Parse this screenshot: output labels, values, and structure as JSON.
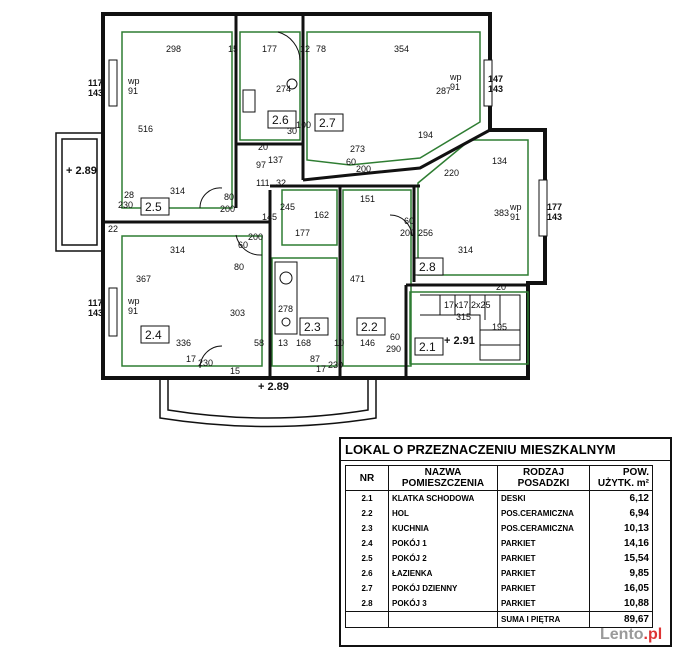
{
  "plan": {
    "rooms": [
      "2.1",
      "2.2",
      "2.3",
      "2.4",
      "2.5",
      "2.6",
      "2.7",
      "2.8"
    ],
    "levels": [
      "+ 2.89",
      "+ 2.89",
      "+ 2.91"
    ],
    "stair_label": "17x17,2x25",
    "dims": {
      "d298": "298",
      "d15": "15",
      "d177": "177",
      "d12": "12",
      "d78": "78",
      "d354": "354",
      "d117a": "117",
      "d143a": "143",
      "wp1": "wp",
      "d91a": "91",
      "d147": "147",
      "d143b": "143",
      "wp2": "wp",
      "d91b": "91",
      "d516": "516",
      "d274": "274",
      "d287": "287",
      "d194": "194",
      "d30a": "30",
      "d100": "100",
      "d273": "273",
      "d60a": "60",
      "d200a": "200",
      "d137": "137",
      "d97": "97",
      "d20": "20",
      "d32": "32",
      "d111": "111",
      "d134": "134",
      "d220": "220",
      "d314a": "314",
      "d28": "28",
      "d230a": "230",
      "d80a": "80",
      "d200b": "200",
      "d245": "245",
      "d151": "151",
      "d383": "383",
      "wp3": "wp",
      "d91c": "91",
      "d177b": "177",
      "d143c": "143",
      "d145": "145",
      "d162": "162",
      "d60b": "60",
      "d200c": "200",
      "d256": "256",
      "d22": "22",
      "d177c": "177",
      "d314b": "314",
      "d314c": "314",
      "d60c": "60",
      "d200d": "200",
      "d80b": "80",
      "d367": "367",
      "d471": "471",
      "d117b": "117",
      "d143d": "143",
      "wp4": "wp",
      "d91d": "91",
      "d303": "303",
      "d278": "278",
      "d315": "315",
      "d195": "195",
      "d336": "336",
      "d58": "58",
      "d13": "13",
      "d168": "168",
      "d10": "10",
      "d146": "146",
      "d60d": "60",
      "d290": "290",
      "d20b": "20",
      "d17a": "17",
      "d230b": "230",
      "d15b": "15",
      "d87": "87",
      "d17b": "17",
      "d230c": "230"
    }
  },
  "table": {
    "title": "LOKAL O PRZEZNACZENIU  MIESZKALNYM",
    "headers": {
      "nr": "NR",
      "name_line1": "NAZWA",
      "name_line2": "POMIESZCZENIA",
      "floor_line1": "RODZAJ",
      "floor_line2": "POSADZKI",
      "area_line1": "POW.",
      "area_line2": "UŻYTK. m²"
    },
    "rows": [
      {
        "nr": "2.1",
        "name": "KLATKA SCHODOWA",
        "floor": "DESKI",
        "area": "6,12"
      },
      {
        "nr": "2.2",
        "name": "HOL",
        "floor": "POS.CERAMICZNA",
        "area": "6,94"
      },
      {
        "nr": "2.3",
        "name": "KUCHNIA",
        "floor": "POS.CERAMICZNA",
        "area": "10,13"
      },
      {
        "nr": "2.4",
        "name": "POKÓJ 1",
        "floor": "PARKIET",
        "area": "14,16"
      },
      {
        "nr": "2.5",
        "name": "POKÓJ 2",
        "floor": "PARKIET",
        "area": "15,54"
      },
      {
        "nr": "2.6",
        "name": "ŁAZIENKA",
        "floor": "PARKIET",
        "area": "9,85"
      },
      {
        "nr": "2.7",
        "name": "POKÓJ DZIENNY",
        "floor": "PARKIET",
        "area": "16,05"
      },
      {
        "nr": "2.8",
        "name": "POKÓJ 3",
        "floor": "PARKIET",
        "area": "10,88"
      }
    ],
    "sum_label": "SUMA  I PIĘTRA",
    "sum_value": "89,67"
  },
  "watermark": {
    "text": "Lento",
    "suffix": ".pl"
  }
}
